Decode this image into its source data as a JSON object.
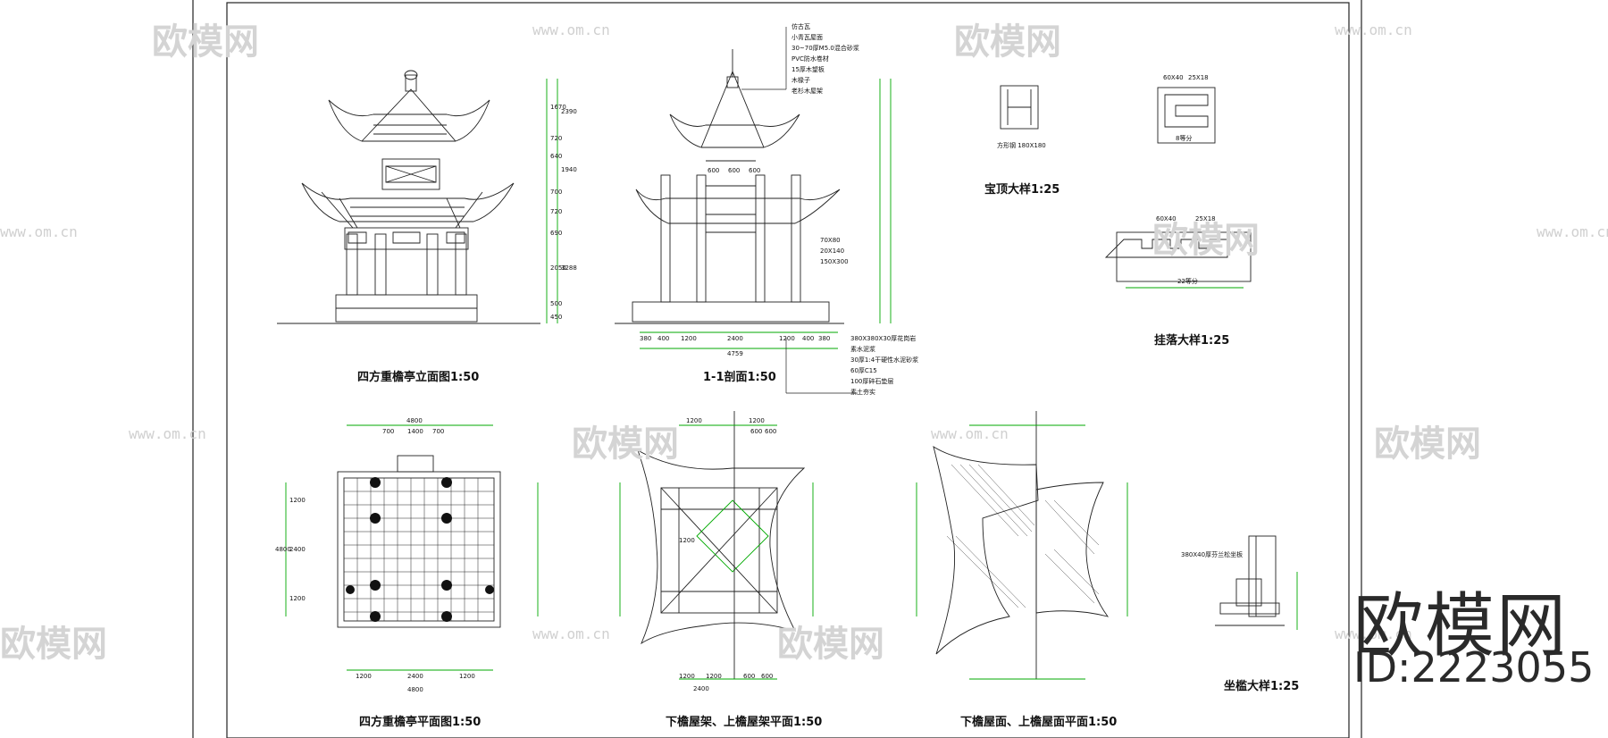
{
  "drawing_titles": {
    "elevation": "四方重檐亭立面图1:50",
    "section": "1-1剖面1:50",
    "finial_detail": "宝顶大样1:25",
    "hanging_fascia_detail": "挂落大样1:25",
    "plan": "四方重檐亭平面图1:50",
    "roof_frame_plan": "下檐屋架、上檐屋架平面1:50",
    "roof_surface_plan": "下檐屋面、上檐屋面平面1:50",
    "bench_detail": "坐槛大样1:25"
  },
  "roof_notes": [
    "仿古瓦",
    "小青瓦屋面",
    "30~70厚M5.0混合砂浆",
    "PVC防水卷材",
    "15厚木望板",
    "木椽子",
    "老杉木屋架"
  ],
  "base_notes": [
    "380X380X30厚花岗岩",
    "素水泥浆",
    "30厚1:4干硬性水泥砂浆",
    "60厚C15",
    "100厚碎石垫层",
    "素土夯实"
  ],
  "finial_note": "方形钢 180X180",
  "bench_note": "380X40厚芬兰松坐板",
  "dims": {
    "elev_right": [
      "1670",
      "720",
      "640",
      "700",
      "720",
      "690",
      "2050",
      "500",
      "450"
    ],
    "elev_right_total": [
      "2390",
      "1940",
      "3288"
    ],
    "section_top": [
      "600",
      "600",
      "600"
    ],
    "section_bottom": [
      "380",
      "400",
      "1200",
      "2400",
      "1200",
      "400",
      "380"
    ],
    "section_total": "4759",
    "section_members": [
      "70X80",
      "20X140",
      "150X300"
    ],
    "plan_top": "4800",
    "plan_top_split": [
      "700",
      "1400",
      "700"
    ],
    "plan_side": [
      "1200",
      "2400",
      "1200"
    ],
    "plan_side_total": "4800",
    "plan_bottom": [
      "1200",
      "2400",
      "1200"
    ],
    "plan_bottom_total": "4800",
    "frame_top": [
      "1200",
      "1200",
      "600",
      "600"
    ],
    "frame_center": "1200",
    "frame_bottom": [
      "1200",
      "1200",
      "600",
      "600"
    ],
    "frame_bottom_total": "2400",
    "fascia_dims": [
      "60X40",
      "25X18",
      "22等分"
    ],
    "finial_dims": [
      "60X40",
      "25X18",
      "8等分"
    ]
  },
  "watermark": {
    "brand": "欧模网",
    "url": "www.om.cn"
  },
  "brand_id": "ID:2223055"
}
